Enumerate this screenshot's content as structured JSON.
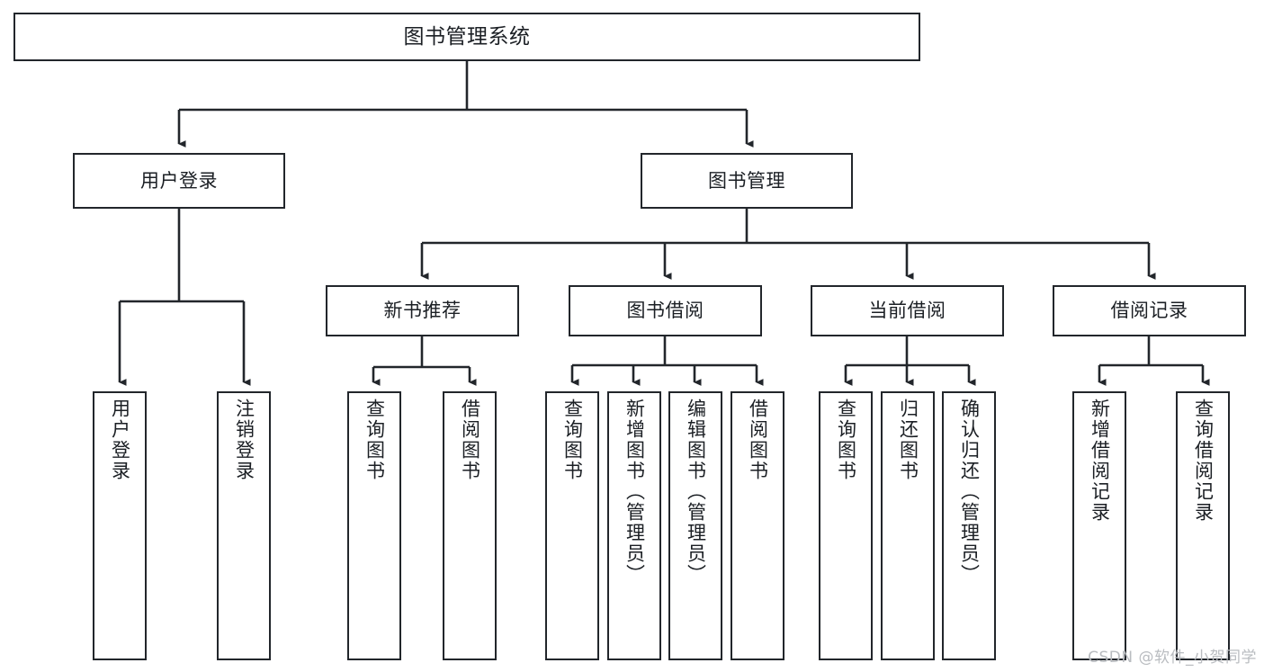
{
  "diagram": {
    "title": "图书管理系统",
    "type": "hierarchy-tree",
    "accent_color": "#22262b",
    "background_color": "#ffffff",
    "nodes": {
      "root": {
        "label": "图书管理系统"
      },
      "level1": [
        {
          "id": "user-login",
          "label": "用户登录"
        },
        {
          "id": "book-management",
          "label": "图书管理"
        }
      ],
      "level2": [
        {
          "id": "new-book-recommend",
          "label": "新书推荐"
        },
        {
          "id": "book-borrow",
          "label": "图书借阅"
        },
        {
          "id": "current-borrow",
          "label": "当前借阅"
        },
        {
          "id": "borrow-record",
          "label": "借阅记录"
        }
      ],
      "leaves": [
        {
          "id": "leaf-user-login",
          "label": "用户登录",
          "parent": "user-login"
        },
        {
          "id": "leaf-logout",
          "label": "注销登录",
          "parent": "user-login"
        },
        {
          "id": "leaf-query-book-1",
          "label": "查询图书",
          "parent": "new-book-recommend"
        },
        {
          "id": "leaf-borrow-book-1",
          "label": "借阅图书",
          "parent": "new-book-recommend"
        },
        {
          "id": "leaf-query-book-2",
          "label": "查询图书",
          "parent": "book-borrow"
        },
        {
          "id": "leaf-add-book",
          "label": "新增图书（管理员）",
          "parent": "book-borrow"
        },
        {
          "id": "leaf-edit-book",
          "label": "编辑图书（管理员）",
          "parent": "book-borrow"
        },
        {
          "id": "leaf-borrow-book-2",
          "label": "借阅图书",
          "parent": "book-borrow"
        },
        {
          "id": "leaf-query-book-3",
          "label": "查询图书",
          "parent": "current-borrow"
        },
        {
          "id": "leaf-return-book",
          "label": "归还图书",
          "parent": "current-borrow"
        },
        {
          "id": "leaf-confirm-return",
          "label": "确认归还（管理员）",
          "parent": "current-borrow"
        },
        {
          "id": "leaf-add-record",
          "label": "新增借阅记录",
          "parent": "borrow-record"
        },
        {
          "id": "leaf-query-record",
          "label": "查询借阅记录",
          "parent": "borrow-record"
        }
      ]
    },
    "watermark": "CSDN @软件_小贺同学"
  }
}
